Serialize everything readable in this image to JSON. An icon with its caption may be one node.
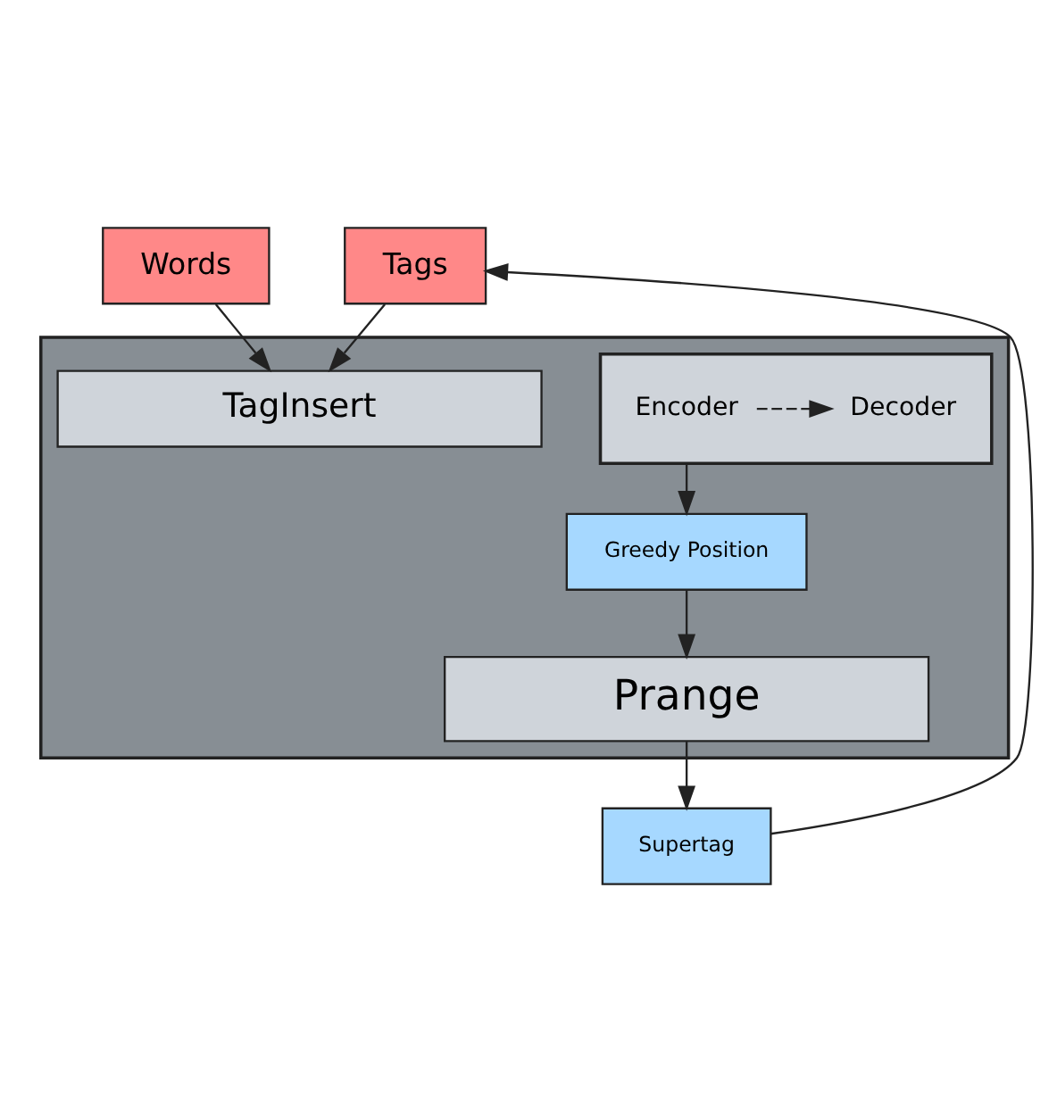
{
  "diagram": {
    "nodes": [
      {
        "text": [
          "Words"
        ]
      },
      {
        "text": [
          "Tags"
        ]
      },
      {
        "text": [],
        "shape": "box"
      },
      {
        "text": [
          "TagInsert"
        ],
        "in": 2
      },
      {
        "text": [],
        "shape": "box",
        "in": 2
      },
      {
        "text": [
          "Encoder"
        ],
        "in": 4
      },
      {
        "text": [
          "Decoder"
        ],
        "in": 4
      },
      {
        "text": [
          "Greedy Position"
        ],
        "in": 2
      },
      {
        "text": [
          "Prange"
        ],
        "in": 2
      },
      {
        "text": [
          "Supertag"
        ]
      }
    ],
    "edges": [
      {
        "from": 0,
        "to": 3,
        "arrow": "to"
      },
      {
        "from": 1,
        "to": 3,
        "arrow": "to"
      },
      {
        "from": 5,
        "to": 6,
        "arrow": "to",
        "style": "dashed"
      },
      {
        "from": 4,
        "to": 7,
        "arrow": "to"
      },
      {
        "from": 7,
        "to": 8,
        "arrow": "to"
      },
      {
        "from": 8,
        "to": 9,
        "arrow": "to"
      },
      {
        "from": 9,
        "to": 1,
        "arrow": "to"
      }
    ]
  }
}
